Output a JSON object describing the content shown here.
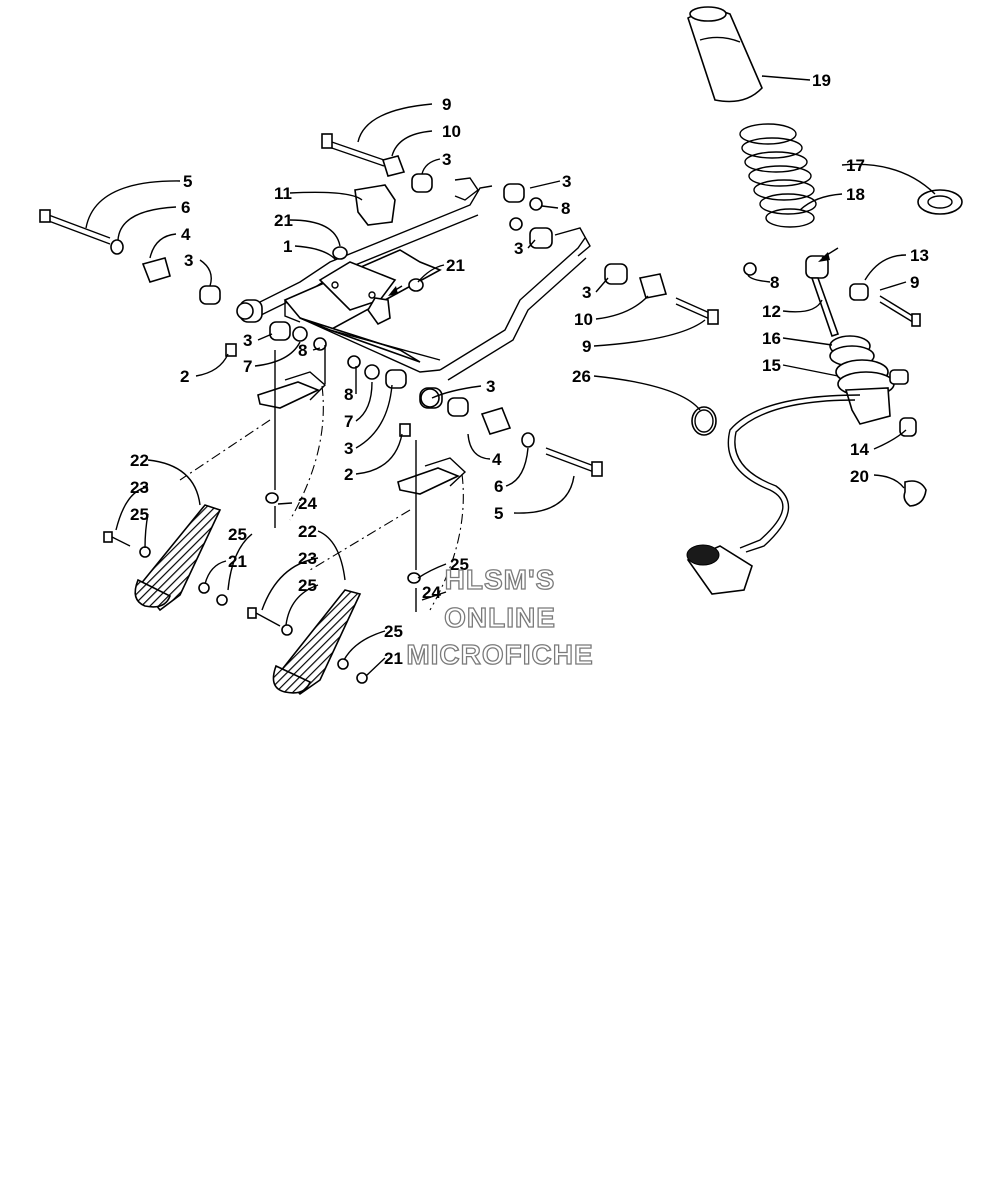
{
  "watermark": {
    "line1": "HLSM'S",
    "line2": "ONLINE",
    "line3": "MICROFICHE"
  },
  "callouts": [
    {
      "key": "l9a",
      "text": "9"
    },
    {
      "key": "l10a",
      "text": "10"
    },
    {
      "key": "l3a",
      "text": "3"
    },
    {
      "key": "l5a",
      "text": "5"
    },
    {
      "key": "l6a",
      "text": "6"
    },
    {
      "key": "l4a",
      "text": "4"
    },
    {
      "key": "l3b",
      "text": "3"
    },
    {
      "key": "l11",
      "text": "11"
    },
    {
      "key": "l21a",
      "text": "21"
    },
    {
      "key": "l1",
      "text": "1"
    },
    {
      "key": "l3c",
      "text": "3"
    },
    {
      "key": "l8a",
      "text": "8"
    },
    {
      "key": "l3d",
      "text": "3"
    },
    {
      "key": "l21b",
      "text": "21"
    },
    {
      "key": "l3e",
      "text": "3"
    },
    {
      "key": "l10b",
      "text": "10"
    },
    {
      "key": "l9b",
      "text": "9"
    },
    {
      "key": "l3f",
      "text": "3"
    },
    {
      "key": "l8b",
      "text": "8"
    },
    {
      "key": "l7a",
      "text": "7"
    },
    {
      "key": "l2a",
      "text": "2"
    },
    {
      "key": "l8c",
      "text": "8"
    },
    {
      "key": "l7b",
      "text": "7"
    },
    {
      "key": "l3g",
      "text": "3"
    },
    {
      "key": "l3h",
      "text": "3"
    },
    {
      "key": "l2b",
      "text": "2"
    },
    {
      "key": "l4b",
      "text": "4"
    },
    {
      "key": "l6b",
      "text": "6"
    },
    {
      "key": "l5b",
      "text": "5"
    },
    {
      "key": "l26",
      "text": "26"
    },
    {
      "key": "l19",
      "text": "19"
    },
    {
      "key": "l17",
      "text": "17"
    },
    {
      "key": "l18",
      "text": "18"
    },
    {
      "key": "l13",
      "text": "13"
    },
    {
      "key": "l8d",
      "text": "8"
    },
    {
      "key": "l9c",
      "text": "9"
    },
    {
      "key": "l12",
      "text": "12"
    },
    {
      "key": "l16",
      "text": "16"
    },
    {
      "key": "l15",
      "text": "15"
    },
    {
      "key": "l14",
      "text": "14"
    },
    {
      "key": "l20",
      "text": "20"
    },
    {
      "key": "l22a",
      "text": "22"
    },
    {
      "key": "l23a",
      "text": "23"
    },
    {
      "key": "l25a",
      "text": "25"
    },
    {
      "key": "l24a",
      "text": "24"
    },
    {
      "key": "l25b",
      "text": "25"
    },
    {
      "key": "l21c",
      "text": "21"
    },
    {
      "key": "l22b",
      "text": "22"
    },
    {
      "key": "l23b",
      "text": "23"
    },
    {
      "key": "l25c",
      "text": "25"
    },
    {
      "key": "l25d",
      "text": "25"
    },
    {
      "key": "l24b",
      "text": "24"
    },
    {
      "key": "l25e",
      "text": "25"
    },
    {
      "key": "l21d",
      "text": "21"
    }
  ]
}
